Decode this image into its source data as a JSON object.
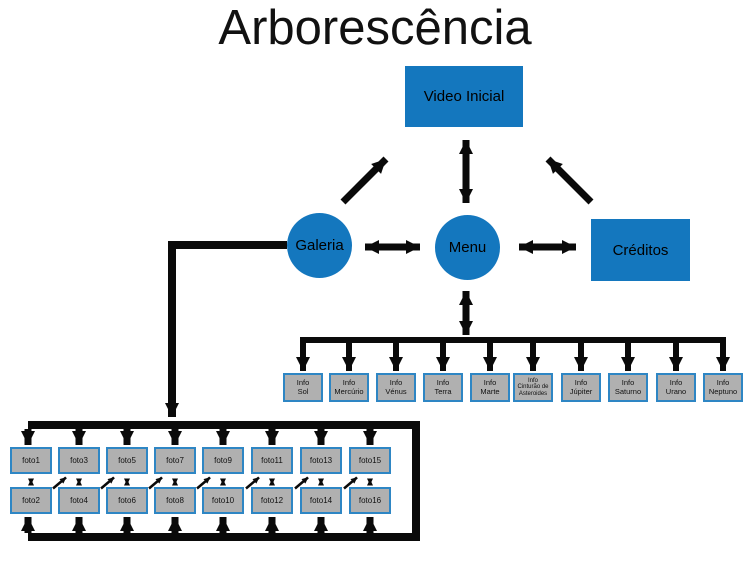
{
  "title": "Arborescência",
  "nodes": {
    "video_inicial": "Video Inicial",
    "galeria": "Galeria",
    "menu": "Menu",
    "creditos": "Créditos"
  },
  "info_boxes": [
    {
      "label": "Info\nSol"
    },
    {
      "label": "Info\nMercúrio"
    },
    {
      "label": "Info\nVénus"
    },
    {
      "label": "Info\nTerra"
    },
    {
      "label": "Info\nMarte"
    },
    {
      "label": "Info\nCinturão de\nAsteroides"
    },
    {
      "label": "Info\nJúpiter"
    },
    {
      "label": "Info\nSaturno"
    },
    {
      "label": "Info\nUrano"
    },
    {
      "label": "Info\nNeptuno"
    }
  ],
  "fotos": {
    "top_row": [
      "foto1",
      "foto3",
      "foto5",
      "foto7",
      "foto9",
      "foto11",
      "foto13",
      "foto15"
    ],
    "bottom_row": [
      "foto2",
      "foto4",
      "foto6",
      "foto8",
      "foto10",
      "foto12",
      "foto14",
      "foto16"
    ]
  },
  "colors": {
    "node_blue": "#1477BE",
    "box_gray": "#B0B0B0",
    "box_border": "#2E86C4",
    "connector": "#0A0A0A"
  }
}
